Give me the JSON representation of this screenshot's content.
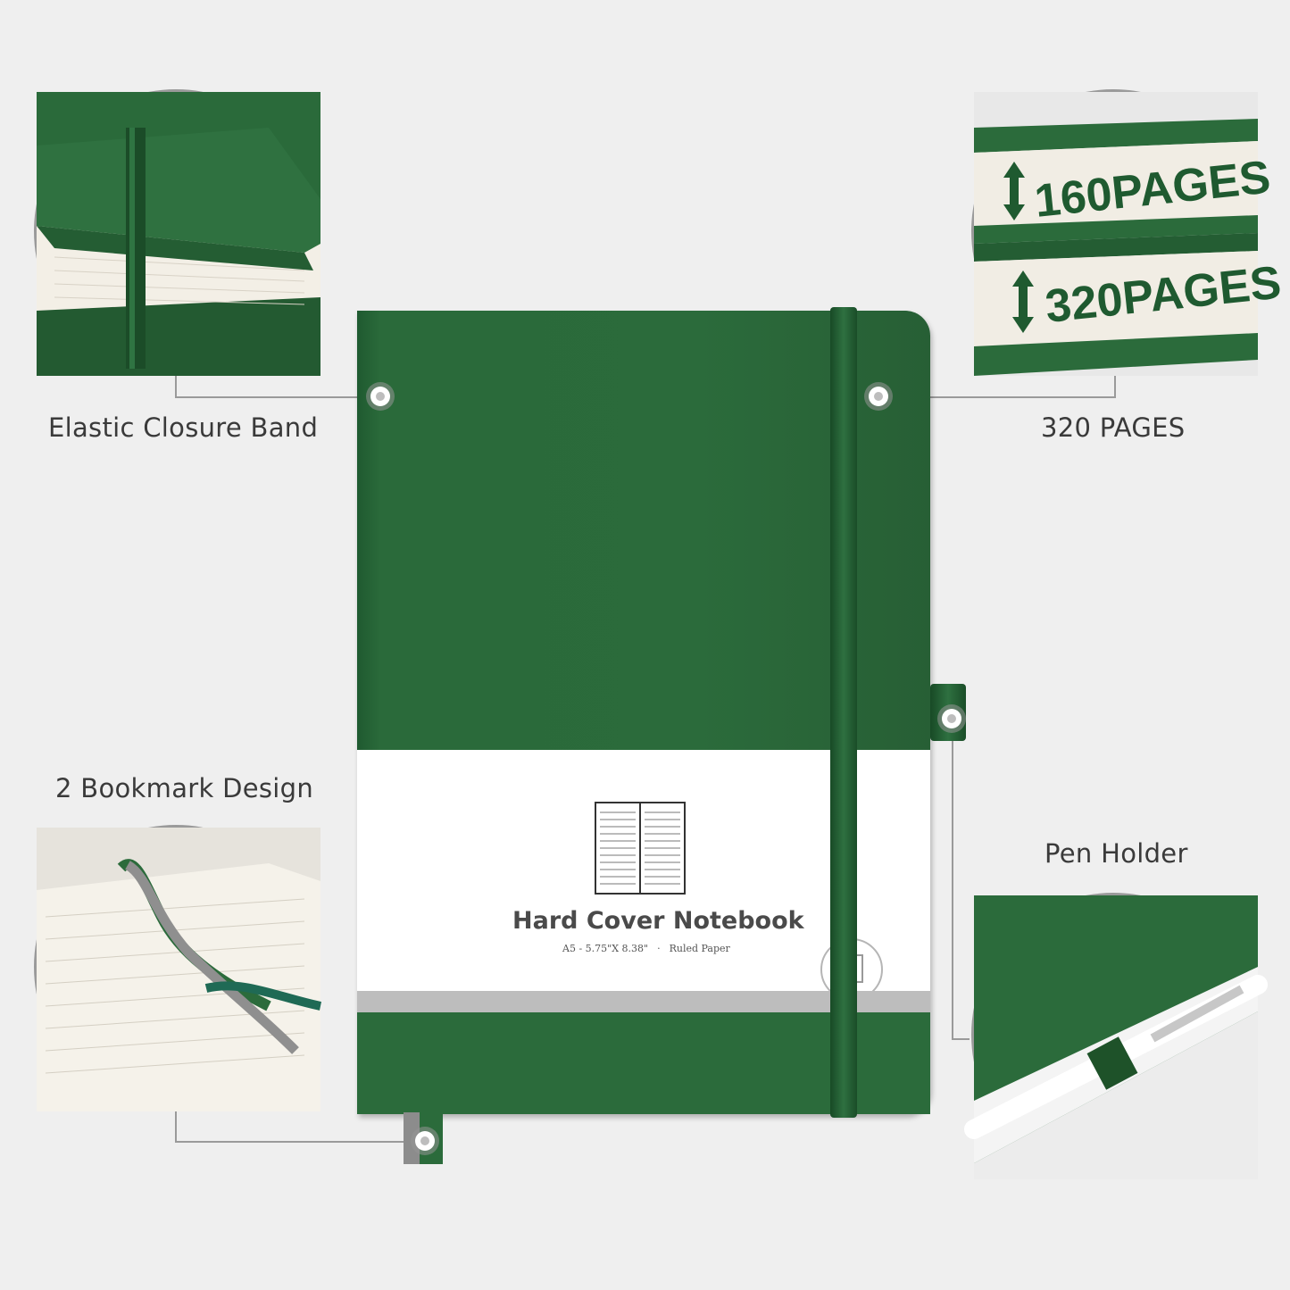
{
  "features": {
    "elastic": "Elastic Closure Band",
    "pages": "320 PAGES",
    "bookmark": "2 Bookmark Design",
    "pen": "Pen Holder"
  },
  "pages_detail": {
    "small": "160PAGES",
    "large": "320PAGES"
  },
  "notebook": {
    "title": "Hard Cover Notebook",
    "size": "A5 - 5.75\"X 8.38\"",
    "separator": "·",
    "paper": "Ruled Paper"
  },
  "colors": {
    "cover_green": "#2b6b3b",
    "background": "#efefef",
    "label_white": "#ffffff",
    "stripe_grey": "#bdbdbd"
  }
}
